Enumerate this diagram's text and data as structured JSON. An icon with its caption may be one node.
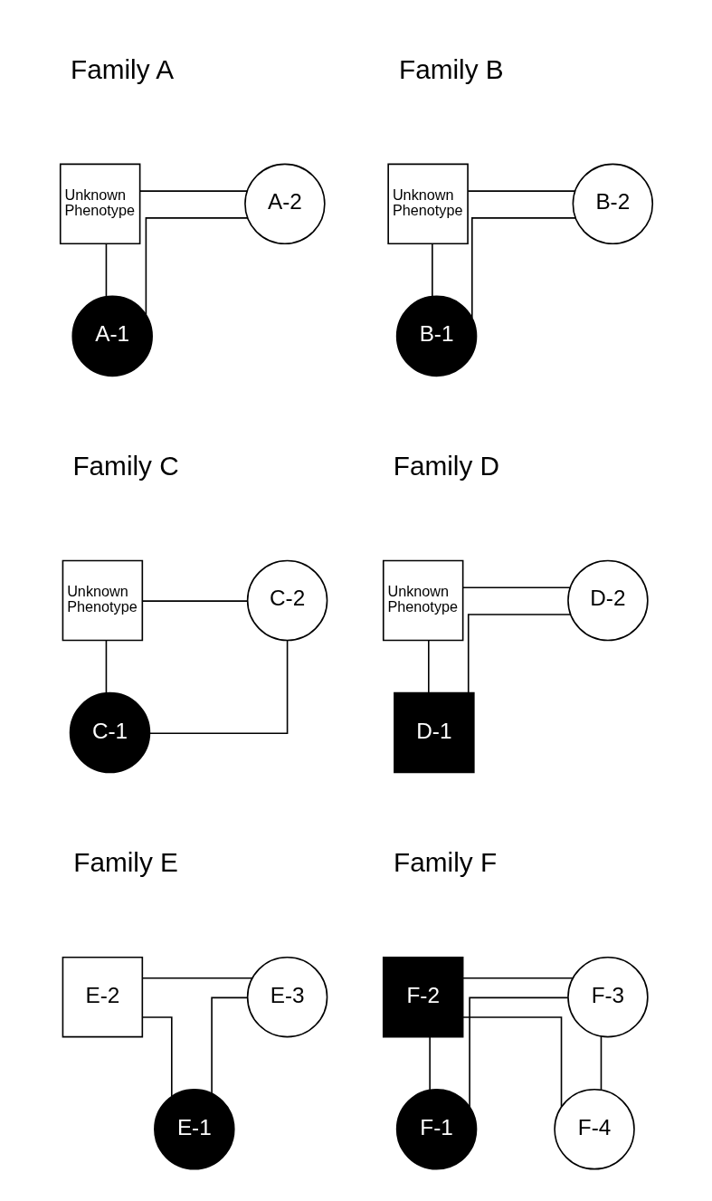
{
  "diagram": {
    "nodes": [
      {
        "text": [
          "Unknown Phenotype"
        ]
      },
      {
        "text": [
          "A-2"
        ]
      },
      {
        "text": [
          "A-1"
        ]
      },
      {
        "text": [
          "Unknown Phenotype"
        ]
      },
      {
        "text": [
          "B-2"
        ]
      },
      {
        "text": [
          "B-1"
        ]
      },
      {
        "text": [
          "Unknown Phenotype"
        ]
      },
      {
        "text": [
          "C-2"
        ]
      },
      {
        "text": [
          "C-1"
        ]
      },
      {
        "text": [
          "Unknown Phenotype"
        ]
      },
      {
        "text": [
          "D-2"
        ]
      },
      {
        "text": [
          "D-1"
        ]
      },
      {
        "text": [
          "E-2"
        ]
      },
      {
        "text": [
          "E-3"
        ]
      },
      {
        "text": [
          "E-1"
        ]
      },
      {
        "text": [
          "F-2"
        ]
      },
      {
        "text": [
          "F-3"
        ]
      },
      {
        "text": [
          "F-1"
        ]
      },
      {
        "text": [
          "F-4"
        ]
      }
    ],
    "edges": [
      {
        "from": 0,
        "to": 1,
        "arrow": "none"
      },
      {
        "from": 0,
        "to": 2,
        "arrow": "none"
      },
      {
        "from": 1,
        "to": 2,
        "arrow": "none"
      },
      {
        "from": 3,
        "to": 4,
        "arrow": "none"
      },
      {
        "from": 3,
        "to": 5,
        "arrow": "none"
      },
      {
        "from": 4,
        "to": 5,
        "arrow": "none"
      },
      {
        "from": 6,
        "to": 7,
        "arrow": "none"
      },
      {
        "from": 6,
        "to": 8,
        "arrow": "none"
      },
      {
        "from": 7,
        "to": 8,
        "arrow": "none"
      },
      {
        "from": 9,
        "to": 10,
        "arrow": "none"
      },
      {
        "from": 9,
        "to": 11,
        "arrow": "none"
      },
      {
        "from": 10,
        "to": 11,
        "arrow": "none"
      },
      {
        "from": 12,
        "to": 13,
        "arrow": "none"
      },
      {
        "from": 12,
        "to": 14,
        "arrow": "none"
      },
      {
        "from": 13,
        "to": 14,
        "arrow": "none"
      },
      {
        "from": 15,
        "to": 16,
        "arrow": "none"
      },
      {
        "from": 15,
        "to": 17,
        "arrow": "none"
      },
      {
        "from": 16,
        "to": 17,
        "arrow": "none"
      },
      {
        "from": 15,
        "to": 18,
        "arrow": "none"
      },
      {
        "from": 16,
        "to": 18,
        "arrow": "none"
      }
    ],
    "labels": [
      "Family A",
      "Family B",
      "Family C",
      "Family D",
      "Family E",
      "Family F"
    ]
  }
}
